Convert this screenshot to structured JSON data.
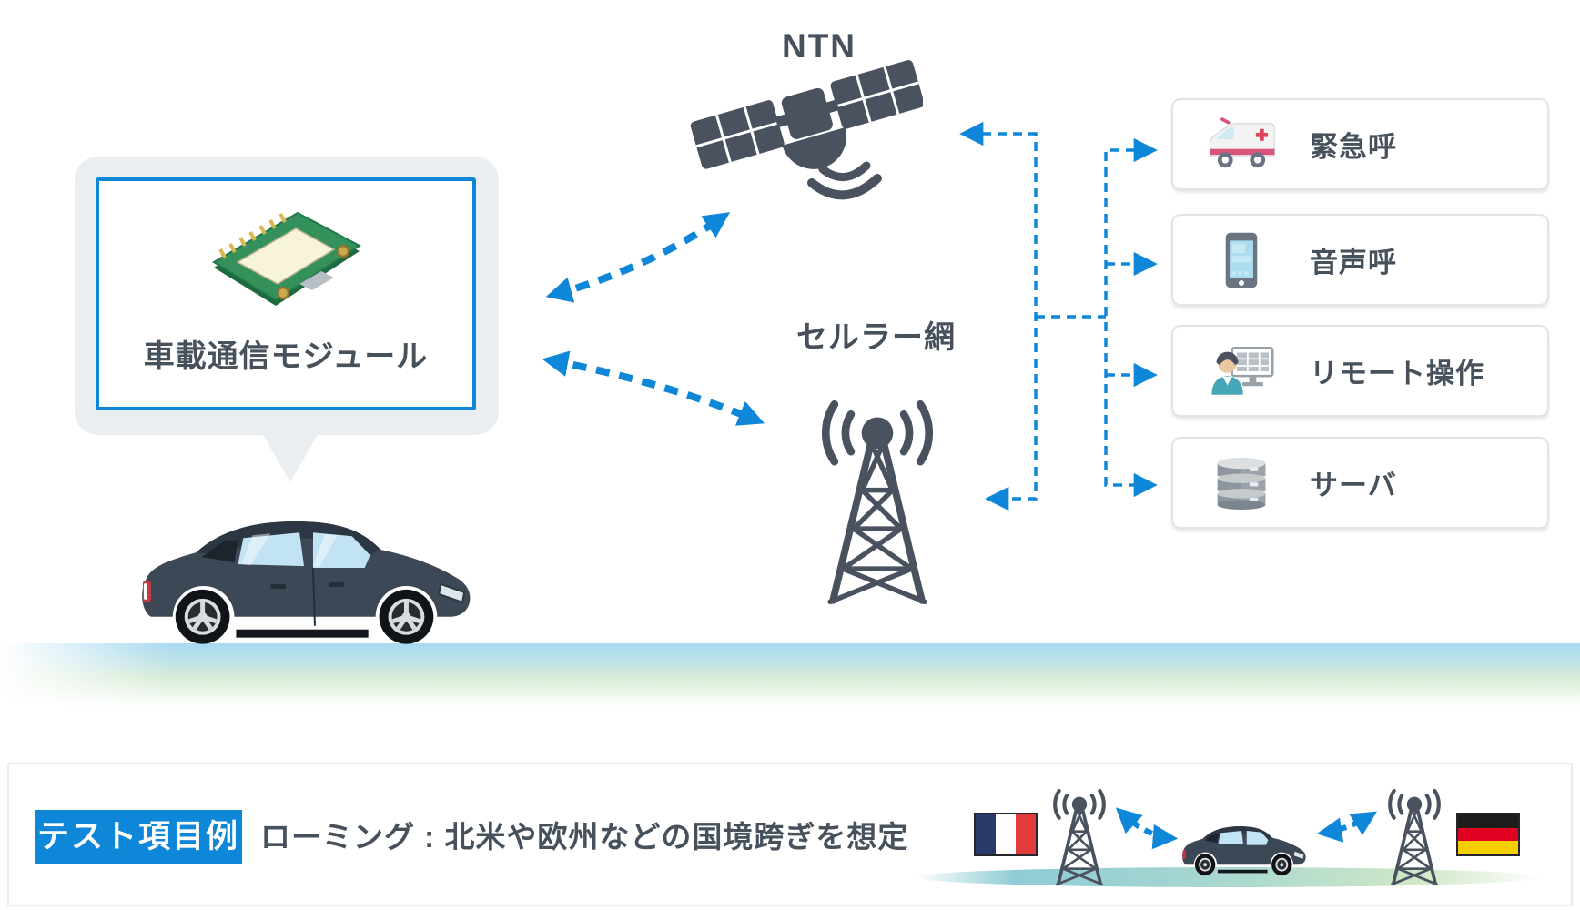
{
  "colors": {
    "accent_blue": "#0f87d9",
    "dark_slate": "#47515c",
    "bubble_gray": "#ebeef1",
    "box_border": "#e1e5e9",
    "ground_blue": "#a7d9f1",
    "ground_green": "#d8ecd6"
  },
  "module": {
    "label": "車載通信モジュール",
    "icon": "pcb-module-icon"
  },
  "satellite": {
    "label": "NTN",
    "icon": "satellite-icon"
  },
  "cellular": {
    "label": "セルラー網",
    "icon": "cell-tower-icon"
  },
  "vehicle": {
    "icon": "suv-car"
  },
  "services": [
    {
      "label": "緊急呼",
      "icon": "ambulance-icon"
    },
    {
      "label": "音声呼",
      "icon": "smartphone-icon"
    },
    {
      "label": "リモート操作",
      "icon": "remote-operator-icon"
    },
    {
      "label": "サーバ",
      "icon": "server-icon"
    }
  ],
  "test_section": {
    "badge": "テスト項目例",
    "description": "ローミング : 北米や欧州などの国境跨ぎを想定",
    "roaming": {
      "left_flag": "france-flag",
      "right_flag": "germany-flag",
      "sequence": [
        "france-flag",
        "cell-tower-icon",
        "suv-car",
        "cell-tower-icon",
        "germany-flag"
      ]
    }
  }
}
